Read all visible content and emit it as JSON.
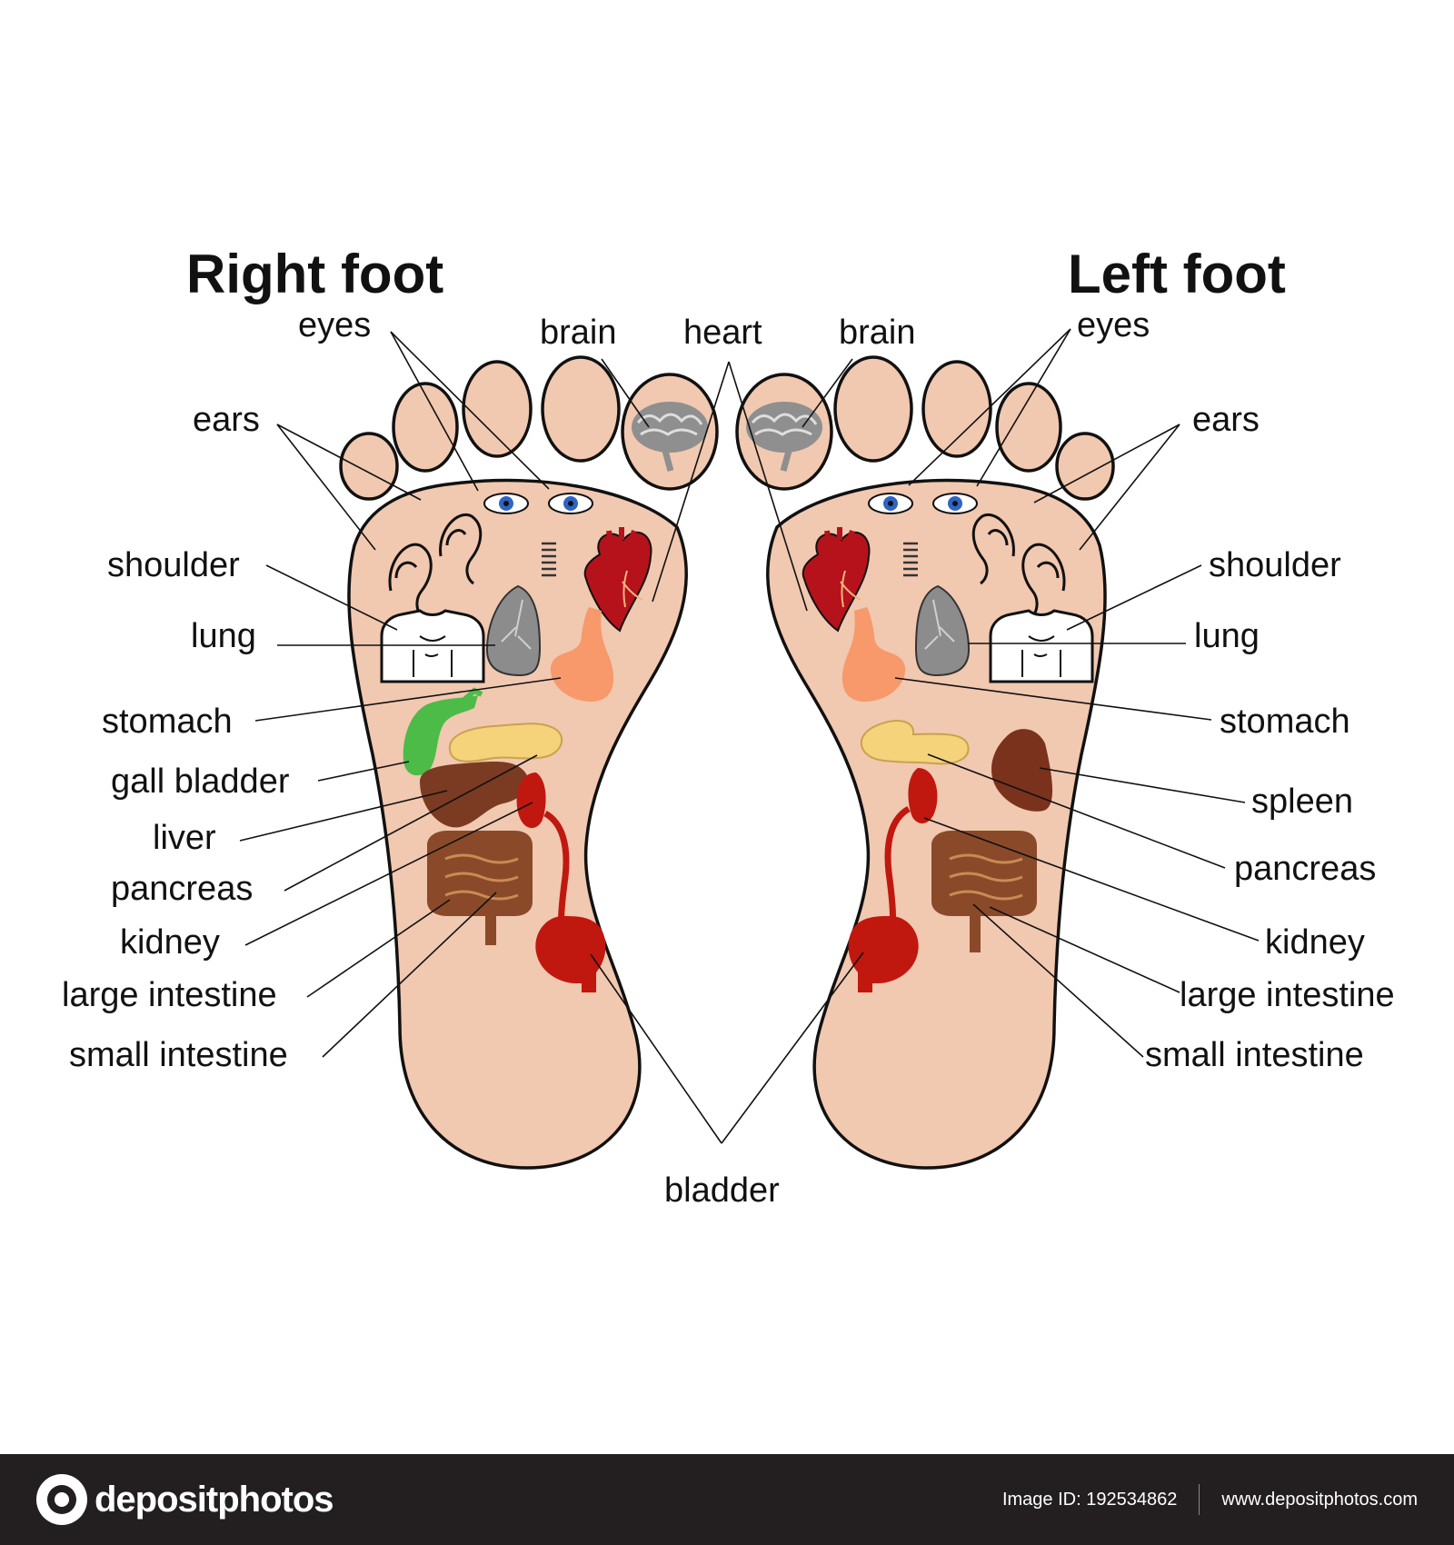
{
  "titles": {
    "right_foot": "Right foot",
    "left_foot": "Left foot"
  },
  "top_labels": {
    "heart": "heart",
    "bladder": "bladder"
  },
  "right_labels": {
    "eyes": "eyes",
    "brain": "brain",
    "ears": "ears",
    "shoulder": "shoulder",
    "lung": "lung",
    "stomach": "stomach",
    "gall_bladder": "gall bladder",
    "liver": "liver",
    "pancreas": "pancreas",
    "kidney": "kidney",
    "large_intestine": "large intestine",
    "small_intestine": "small intestine"
  },
  "left_labels": {
    "eyes": "eyes",
    "brain": "brain",
    "ears": "ears",
    "shoulder": "shoulder",
    "lung": "lung",
    "stomach": "stomach",
    "spleen": "spleen",
    "pancreas": "pancreas",
    "kidney": "kidney",
    "large_intestine": "large intestine",
    "small_intestine": "small intestine"
  },
  "footer": {
    "brand": "depositphotos",
    "image_id": "Image ID: 192534862",
    "website": "www.depositphotos.com"
  },
  "colors": {
    "skin": "#f1c8b0",
    "heart": "#b5121b",
    "lung": "#8c8c8c",
    "stomach": "#f7996b",
    "gall_bladder": "#4cbb47",
    "pancreas": "#f4d37a",
    "liver": "#7a3b22",
    "kidney": "#c0180f",
    "intestine": "#8a4a2a",
    "spleen": "#7a321c",
    "eye": "#2f63c4"
  }
}
